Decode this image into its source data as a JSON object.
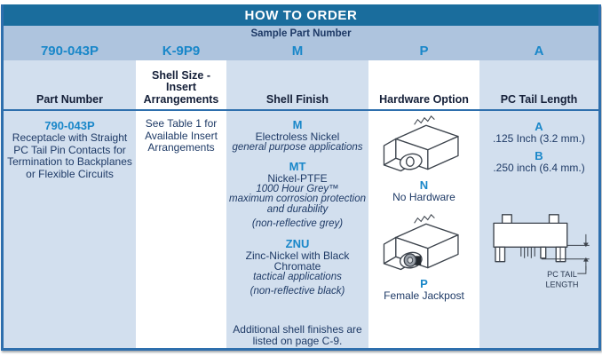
{
  "title": "HOW TO ORDER",
  "sample": {
    "label": "Sample Part Number",
    "codes": [
      "790-043P",
      "K-9P9",
      "M",
      "P",
      "A"
    ]
  },
  "headers": [
    "Part Number",
    "Shell Size - Insert Arrangements",
    "Shell Finish",
    "Hardware Option",
    "PC Tail Length"
  ],
  "part_number": {
    "code": "790-043P",
    "description": "Receptacle with Straight PC Tail Pin Contacts for Termination to Backplanes or Flexible Circuits"
  },
  "insert_arrangements": {
    "note": "See Table 1 for Available Insert Arrangements"
  },
  "shell_finish": {
    "options": [
      {
        "code": "M",
        "name": "Electroless Nickel",
        "tagline_lines": [
          "general purpose applications"
        ]
      },
      {
        "code": "MT",
        "name": "Nickel-PTFE",
        "tagline_lines": [
          "1000 Hour Grey™",
          "maximum corrosion protection and durability"
        ],
        "note": "(non-reflective grey)"
      },
      {
        "code": "ZNU",
        "name": "Zinc-Nickel with Black Chromate",
        "tagline_lines": [
          "tactical applications"
        ],
        "note": "(non-reflective black)"
      }
    ],
    "footnote": "Additional shell finishes are listed on page C-9."
  },
  "hardware_option": {
    "options": [
      {
        "code": "N",
        "label": "No Hardware"
      },
      {
        "code": "P",
        "label": "Female Jackpost"
      }
    ]
  },
  "pc_tail_length": {
    "options": [
      {
        "code": "A",
        "label": ".125 Inch (3.2 mm.)"
      },
      {
        "code": "B",
        "label": ".250 inch (6.4 mm.)"
      }
    ],
    "diagram_label_line1": "PC TAIL",
    "diagram_label_line2": "LENGTH"
  },
  "colors": {
    "header_bar": "#1a6d9d",
    "sample_row_bg": "#aec4de",
    "cell_blue": "#d2dfee",
    "accent_blue": "#1987c9",
    "navy_text": "#1e3a66",
    "header_text": "#141f38",
    "border_blue": "#2e6fad",
    "title_text": "#ffffff"
  }
}
